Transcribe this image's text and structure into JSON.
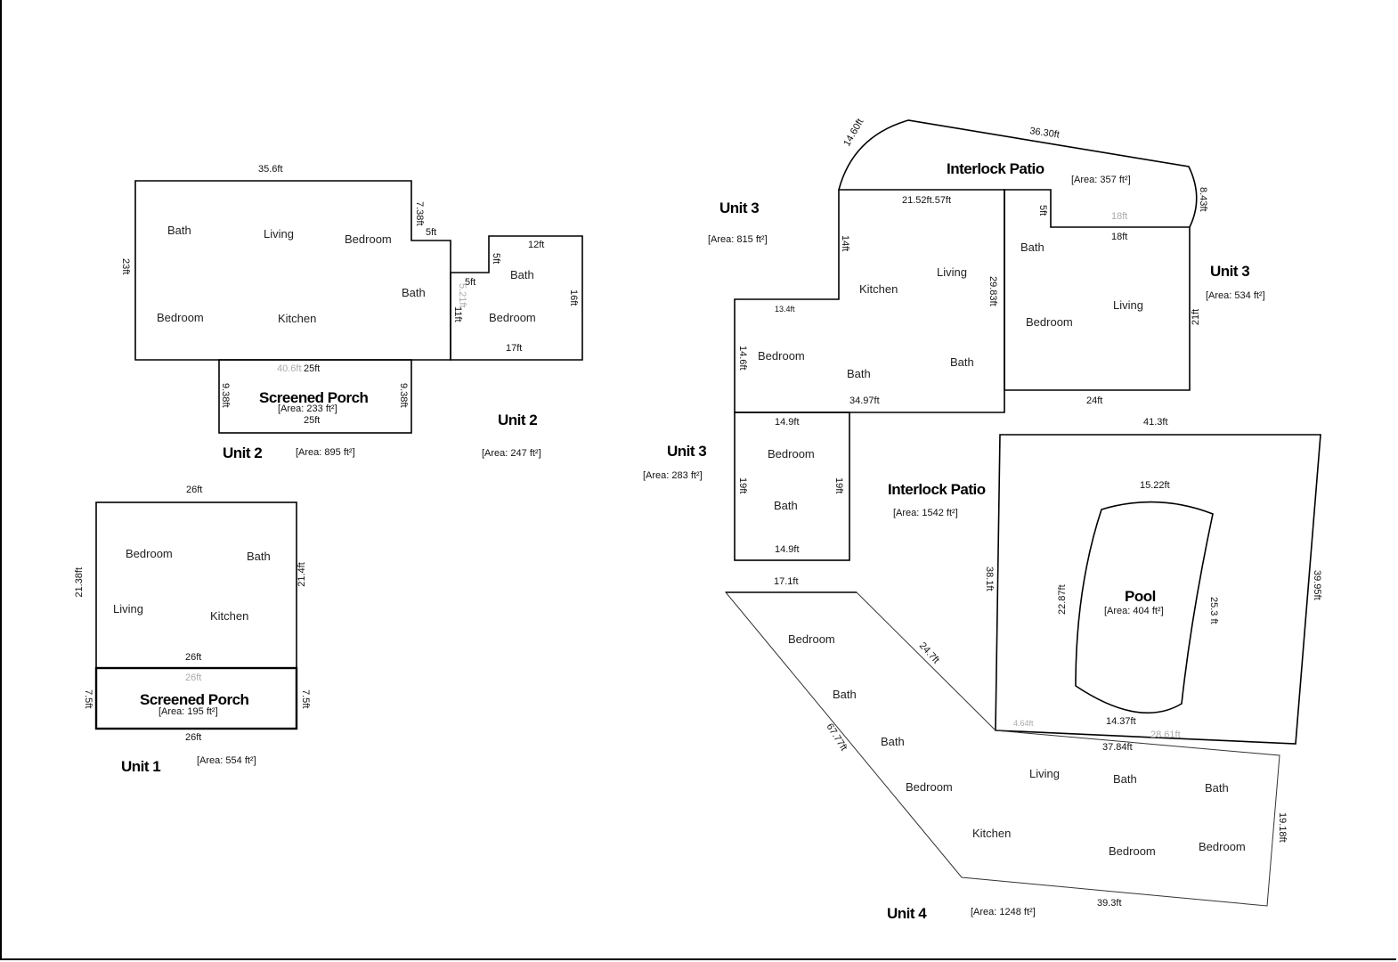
{
  "units": {
    "unit2_main": {
      "name": "Unit 2",
      "area": "[Area: 895 ft²]"
    },
    "unit2_small": {
      "name": "Unit 2",
      "area": "[Area: 247 ft²]"
    },
    "porch2": {
      "name": "Screened Porch",
      "area": "[Area: 233 ft²]"
    },
    "unit1": {
      "name": "Unit 1",
      "area": "[Area: 554 ft²]"
    },
    "porch1": {
      "name": "Screened Porch",
      "area": "[Area: 195 ft²]"
    },
    "unit3_left": {
      "name": "Unit 3",
      "area": "[Area: 815 ft²]"
    },
    "unit3_right": {
      "name": "Unit 3",
      "area": "[Area: 534 ft²]"
    },
    "unit3_bottom": {
      "name": "Unit 3",
      "area": "[Area: 283 ft²]"
    },
    "patio_top": {
      "name": "Interlock Patio",
      "area": "[Area: 357 ft²]"
    },
    "patio_big": {
      "name": "Interlock Patio",
      "area": "[Area: 1542 ft²]"
    },
    "pool": {
      "name": "Pool",
      "area": "[Area: 404 ft²]"
    },
    "unit4": {
      "name": "Unit 4",
      "area": "[Area: 1248 ft²]"
    }
  },
  "rooms": {
    "bath": "Bath",
    "living": "Living",
    "bedroom": "Bedroom",
    "kitchen": "Kitchen"
  },
  "dims": {
    "u2_top": "35.6ft",
    "u2_left": "23ft",
    "u2_notch_v": "7.38ft",
    "u2_notch_h": "5ft",
    "u2s_top": "12ft",
    "u2s_notch_v": "5ft",
    "u2s_notch_h": "5ft",
    "u2s_left": "11ft",
    "u2s_left_g": "5.21ft",
    "u2s_right": "16ft",
    "u2s_bottom": "17ft",
    "p2_top_g": "40.6ft",
    "p2_top": "25ft",
    "p2_bottom": "25ft",
    "p2_left": "9.38ft",
    "p2_right": "9.38ft",
    "u1_top": "26ft",
    "u1_left": "21.38ft",
    "u1_right": "21.4ft",
    "u1_bottom": "26ft",
    "p1_top_g": "26ft",
    "p1_bottom": "26ft",
    "p1_left": "7.5ft",
    "p1_right": "7.5ft",
    "pt_arc": "14.60ft",
    "pt_top": "36.30ft",
    "pt_right": "8.43ft",
    "pt_inner_g": "18ft",
    "pt_notch": "5ft",
    "u3l_top": "21.52ft.57ft",
    "u3l_notch": "14ft",
    "u3l_step": "13.4ft",
    "u3l_left": "14.6ft",
    "u3l_bottom": "34.97ft",
    "u3l_right": "29.83ft",
    "u3r_top": "18ft",
    "u3r_right": "21ft",
    "u3r_bottom": "24ft",
    "u3b_top": "14.9ft",
    "u3b_bottom": "14.9ft",
    "u3b_left": "19ft",
    "u3b_right": "19ft",
    "pb_top": "41.3ft",
    "pb_left": "38.1ft",
    "pb_right": "39.95ft",
    "pb_bl_g": "4.64ft",
    "pb_bottom_g": "28.61ft",
    "pool_top": "15.22ft",
    "pool_left": "22.87ft",
    "pool_right": "25.3 ft",
    "pool_bottom": "14.37ft",
    "u4_top": "17.1ft",
    "u4_diag": "24.7ft",
    "u4_left": "67.77ft",
    "u4_top2": "37.84ft",
    "u4_right": "19.18ft",
    "u4_bottom": "39.3ft"
  }
}
